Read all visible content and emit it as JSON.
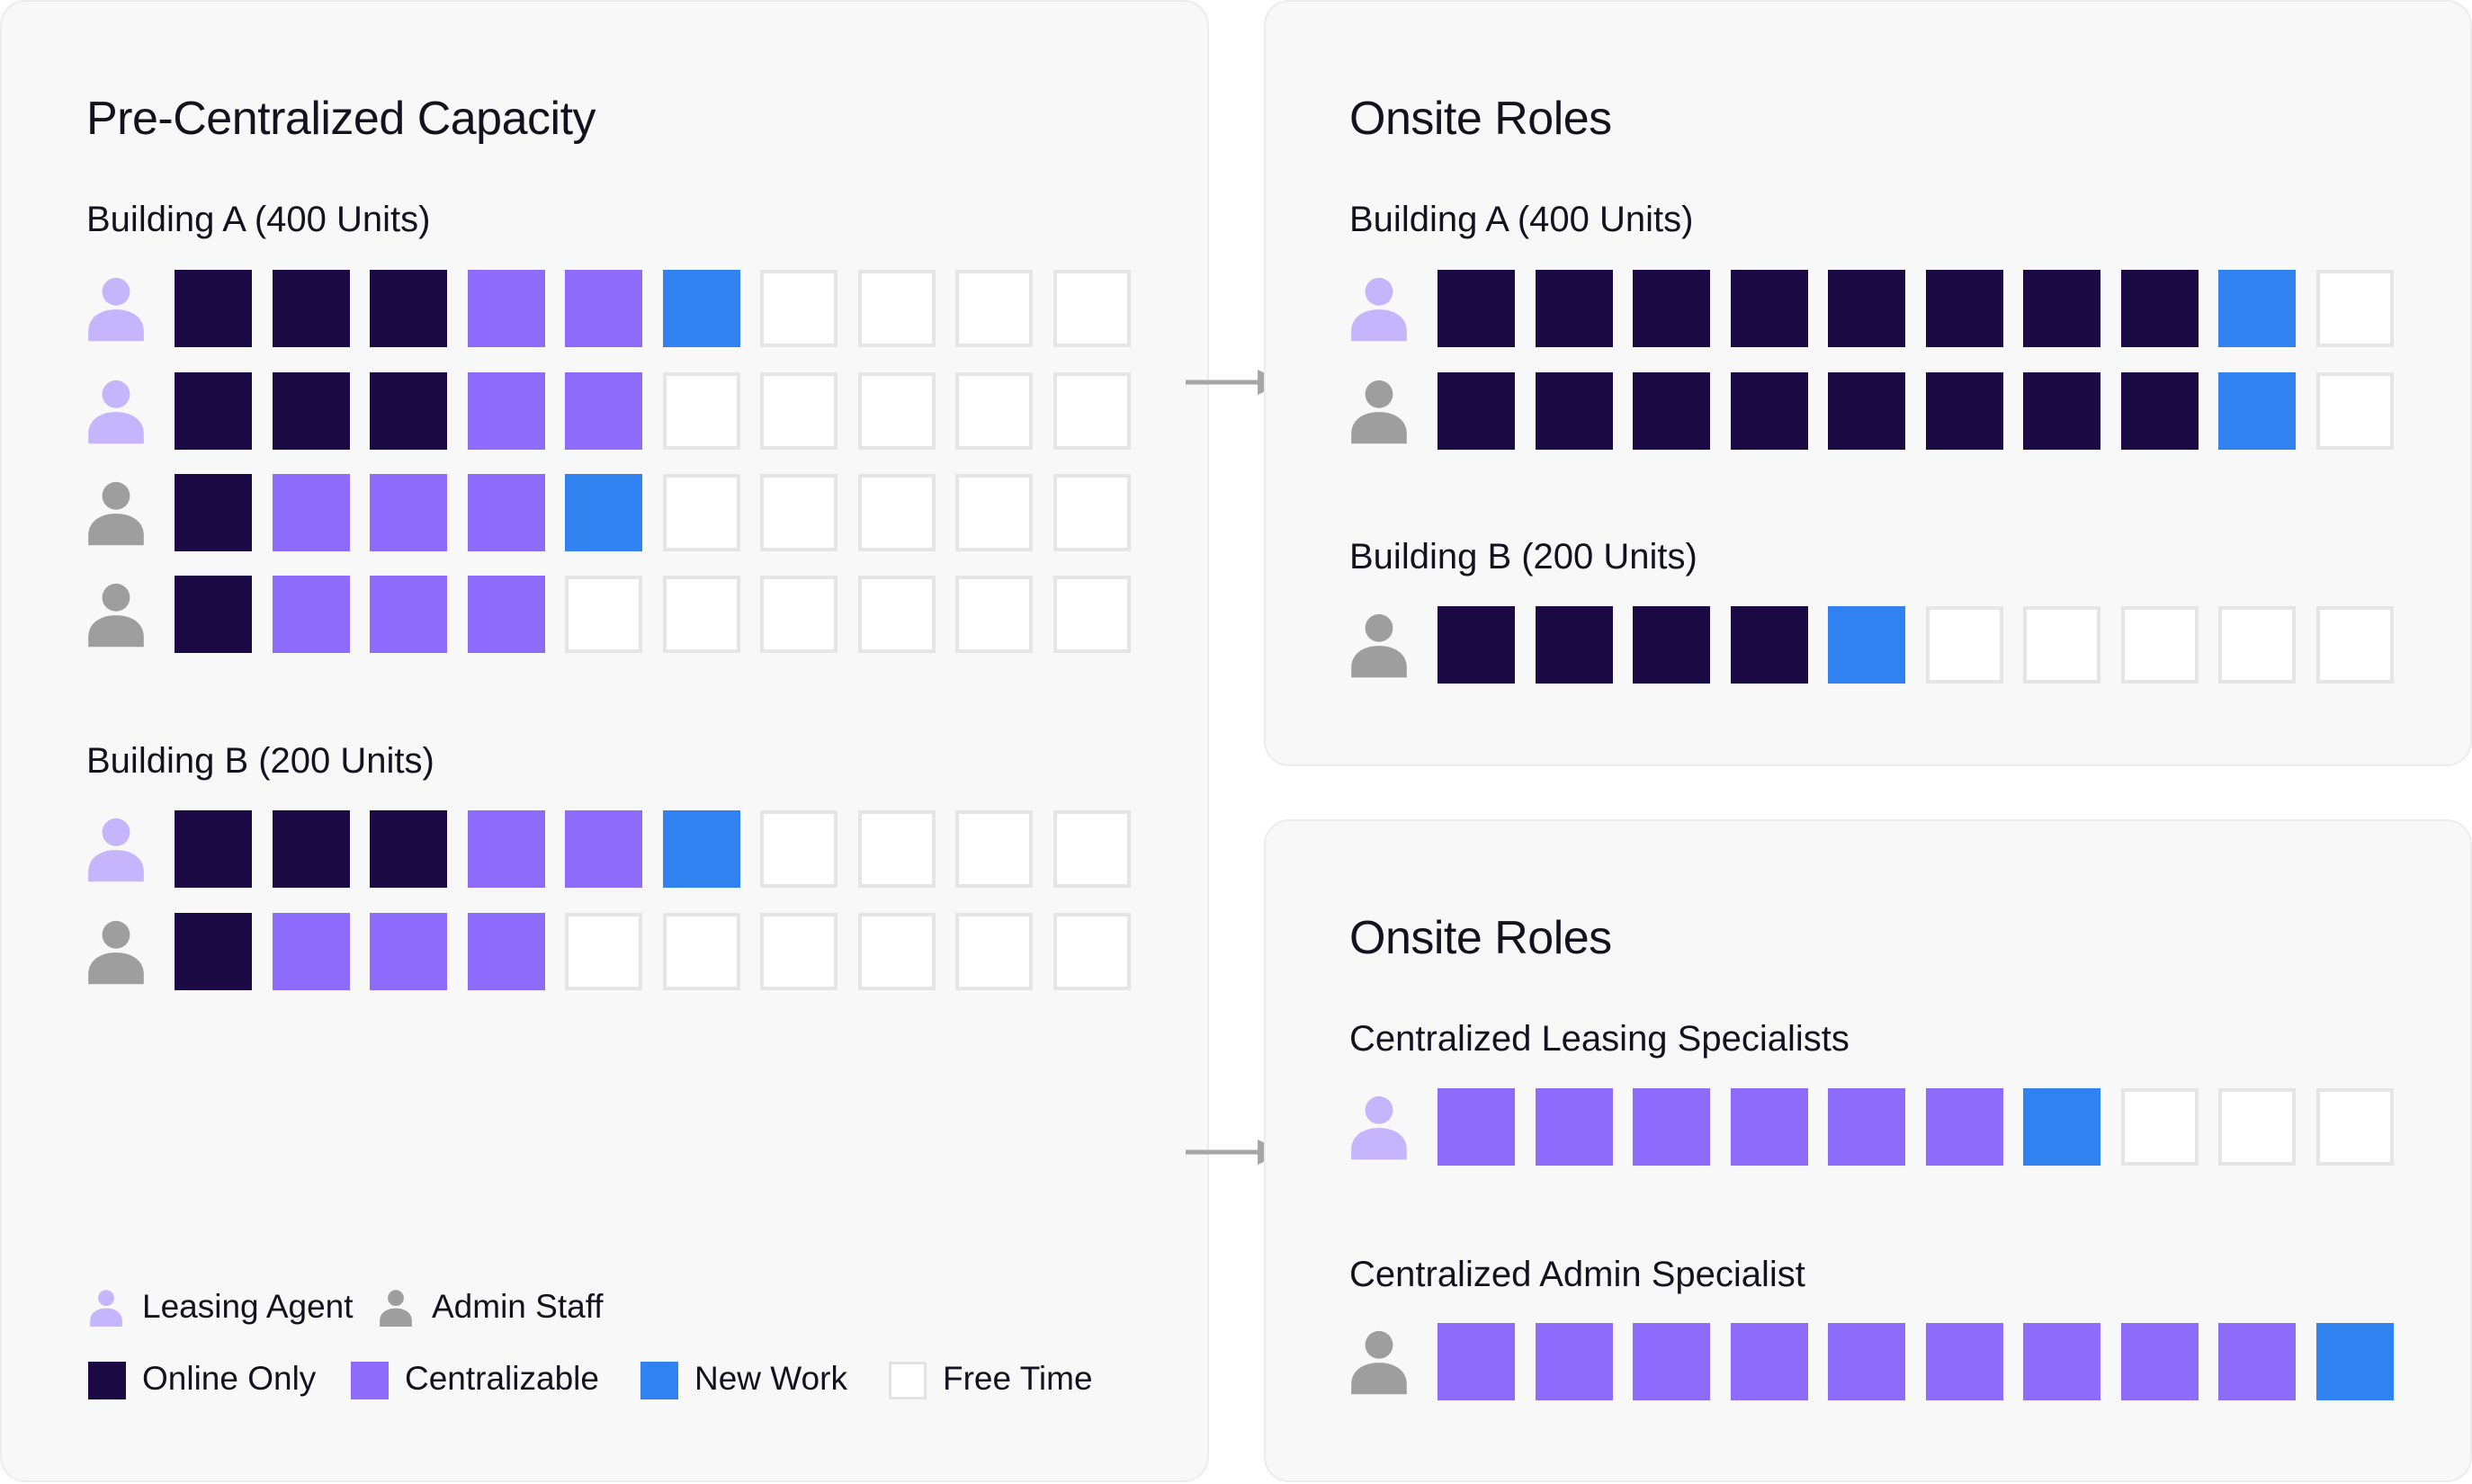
{
  "colors": {
    "online_only": "#1c0a45",
    "centralizable": "#8d6cfb",
    "new_work": "#3182f1",
    "free_time": "#ffffff",
    "leasing_agent": "#c4b5fd",
    "admin_staff": "#9e9e9e"
  },
  "left_panel": {
    "title": "Pre-Centralized Capacity",
    "groups": [
      {
        "label": "Building A (400 Units)",
        "rows": [
          {
            "role": "leasing-agent",
            "cells": [
              "online",
              "online",
              "online",
              "central",
              "central",
              "newwork",
              "free",
              "free",
              "free",
              "free"
            ]
          },
          {
            "role": "leasing-agent",
            "cells": [
              "online",
              "online",
              "online",
              "central",
              "central",
              "free",
              "free",
              "free",
              "free",
              "free"
            ]
          },
          {
            "role": "admin-staff",
            "cells": [
              "online",
              "central",
              "central",
              "central",
              "newwork",
              "free",
              "free",
              "free",
              "free",
              "free"
            ]
          },
          {
            "role": "admin-staff",
            "cells": [
              "online",
              "central",
              "central",
              "central",
              "free",
              "free",
              "free",
              "free",
              "free",
              "free"
            ]
          }
        ]
      },
      {
        "label": "Building B (200 Units)",
        "rows": [
          {
            "role": "leasing-agent",
            "cells": [
              "online",
              "online",
              "online",
              "central",
              "central",
              "newwork",
              "free",
              "free",
              "free",
              "free"
            ]
          },
          {
            "role": "admin-staff",
            "cells": [
              "online",
              "central",
              "central",
              "central",
              "free",
              "free",
              "free",
              "free",
              "free",
              "free"
            ]
          }
        ]
      }
    ],
    "legend": {
      "roles": [
        {
          "icon": "leasing-agent",
          "label": "Leasing Agent"
        },
        {
          "icon": "admin-staff",
          "label": "Admin Staff"
        }
      ],
      "work_types": [
        {
          "swatch": "online",
          "label": "Online Only"
        },
        {
          "swatch": "central",
          "label": "Centralizable"
        },
        {
          "swatch": "newwork",
          "label": "New Work"
        },
        {
          "swatch": "free",
          "label": "Free Time"
        }
      ]
    }
  },
  "top_right_panel": {
    "title": "Onsite Roles",
    "groups": [
      {
        "label": "Building A (400 Units)",
        "rows": [
          {
            "role": "leasing-agent",
            "cells": [
              "online",
              "online",
              "online",
              "online",
              "online",
              "online",
              "online",
              "online",
              "newwork",
              "free"
            ]
          },
          {
            "role": "admin-staff",
            "cells": [
              "online",
              "online",
              "online",
              "online",
              "online",
              "online",
              "online",
              "online",
              "newwork",
              "free"
            ]
          }
        ]
      },
      {
        "label": "Building B (200 Units)",
        "rows": [
          {
            "role": "admin-staff",
            "cells": [
              "online",
              "online",
              "online",
              "online",
              "newwork",
              "free",
              "free",
              "free",
              "free",
              "free"
            ]
          }
        ]
      }
    ]
  },
  "bottom_right_panel": {
    "title": "Onsite Roles",
    "groups": [
      {
        "label": "Centralized Leasing Specialists",
        "rows": [
          {
            "role": "leasing-agent",
            "cells": [
              "central",
              "central",
              "central",
              "central",
              "central",
              "central",
              "newwork",
              "free",
              "free",
              "free"
            ]
          }
        ]
      },
      {
        "label": "Centralized Admin Specialist",
        "rows": [
          {
            "role": "admin-staff",
            "cells": [
              "central",
              "central",
              "central",
              "central",
              "central",
              "central",
              "central",
              "central",
              "central",
              "newwork"
            ]
          }
        ]
      }
    ]
  }
}
